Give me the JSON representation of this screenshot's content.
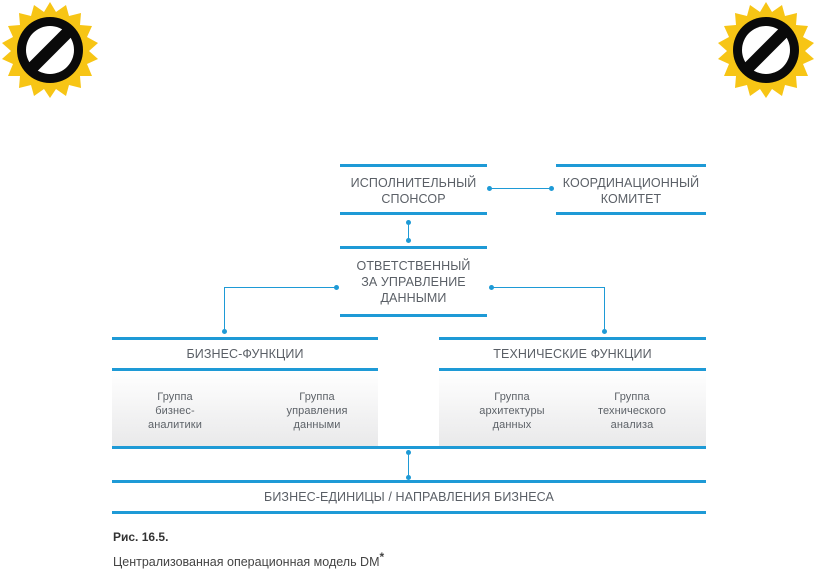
{
  "diagram": {
    "sponsor": "ИСПОЛНИТЕЛЬНЫЙ\nСПОНСОР",
    "committee": "КООРДИНАЦИОННЫЙ\nКОМИТЕТ",
    "responsible": "ОТВЕТСТВЕННЫЙ\nЗА УПРАВЛЕНИЕ\nДАННЫМИ",
    "business_functions": {
      "title": "БИЗНЕС-ФУНКЦИИ",
      "groups": [
        "Группа\nбизнес-\nаналитики",
        "Группа\nуправления\nданными"
      ]
    },
    "technical_functions": {
      "title": "ТЕХНИЧЕСКИЕ ФУНКЦИИ",
      "groups": [
        "Группа\nархитектуры\nданных",
        "Группа\nтехнического\nанализа"
      ]
    },
    "business_units": "БИЗНЕС-ЕДИНИЦЫ / НАПРАВЛЕНИЯ БИЗНЕСА"
  },
  "caption": {
    "figure": "Рис. 16.5.",
    "text": "Централизованная операционная модель DM",
    "mark": "*"
  },
  "colors": {
    "accent": "#1e9ad6",
    "seal": "#f7c515"
  }
}
